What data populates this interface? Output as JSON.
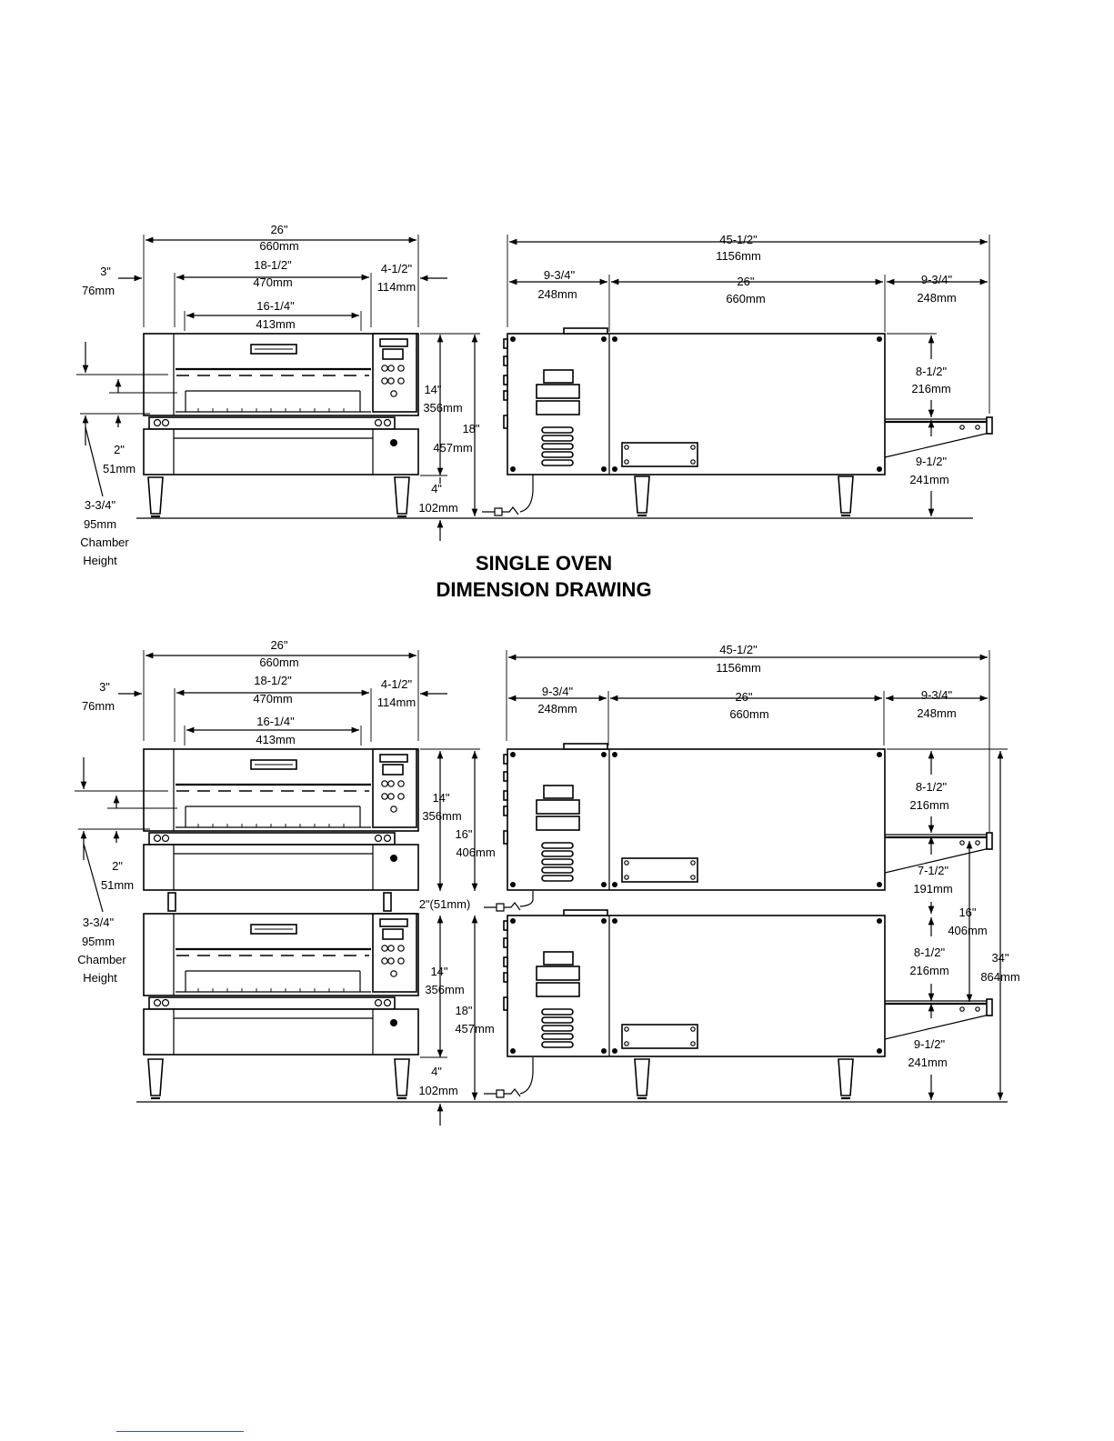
{
  "title_line1": "SINGLE OVEN",
  "title_line2": "DIMENSION DRAWING",
  "single": {
    "front": {
      "w26_in": "26\"",
      "w26_mm": "660mm",
      "w185_in": "18-1/2\"",
      "w185_mm": "470mm",
      "w1625_in": "16-1/4\"",
      "w1625_mm": "413mm",
      "w3_in": "3\"",
      "w3_mm": "76mm",
      "w45_in": "4-1/2\"",
      "w45_mm": "114mm",
      "h14_in": "14\"",
      "h14_mm": "356mm",
      "h18_in": "18\"",
      "h18_mm": "457mm",
      "h4_in": "4\"",
      "h4_mm": "102mm",
      "h2_in": "2\"",
      "h2_mm": "51mm",
      "ch_in": "3-3/4\"",
      "ch_mm": "95mm",
      "ch_l1": "Chamber",
      "ch_l2": "Height"
    },
    "side": {
      "w455_in": "45-1/2\"",
      "w455_mm": "1156mm",
      "w975a_in": "9-3/4\"",
      "w975a_mm": "248mm",
      "w26_in": "26\"",
      "w26_mm": "660mm",
      "w975b_in": "9-3/4\"",
      "w975b_mm": "248mm",
      "h85_in": "8-1/2\"",
      "h85_mm": "216mm",
      "h95_in": "9-1/2\"",
      "h95_mm": "241mm"
    }
  },
  "double": {
    "front": {
      "w26_in": "26\"",
      "w26_mm": "660mm",
      "w185_in": "18-1/2\"",
      "w185_mm": "470mm",
      "w1625_in": "16-1/4\"",
      "w1625_mm": "413mm",
      "w3_in": "3\"",
      "w3_mm": "76mm",
      "w45_in": "4-1/2\"",
      "w45_mm": "114mm",
      "h14a_in": "14\"",
      "h14a_mm": "356mm",
      "h16_in": "16\"",
      "h16_mm": "406mm",
      "gap": "2\"(51mm)",
      "h14b_in": "14\"",
      "h14b_mm": "356mm",
      "h18_in": "18\"",
      "h18_mm": "457mm",
      "h4_in": "4\"",
      "h4_mm": "102mm",
      "h2_in": "2\"",
      "h2_mm": "51mm",
      "ch_in": "3-3/4\"",
      "ch_mm": "95mm",
      "ch_l1": "Chamber",
      "ch_l2": "Height"
    },
    "side": {
      "w455_in": "45-1/2\"",
      "w455_mm": "1156mm",
      "w975a_in": "9-3/4\"",
      "w975a_mm": "248mm",
      "w26_in": "26\"",
      "w26_mm": "660mm",
      "w975b_in": "9-3/4\"",
      "w975b_mm": "248mm",
      "h85a_in": "8-1/2\"",
      "h85a_mm": "216mm",
      "h75_in": "7-1/2\"",
      "h75_mm": "191mm",
      "h16_in": "16\"",
      "h16_mm": "406mm",
      "h85b_in": "8-1/2\"",
      "h85b_mm": "216mm",
      "h95_in": "9-1/2\"",
      "h95_mm": "241mm",
      "h34_in": "34\"",
      "h34_mm": "864mm"
    }
  }
}
